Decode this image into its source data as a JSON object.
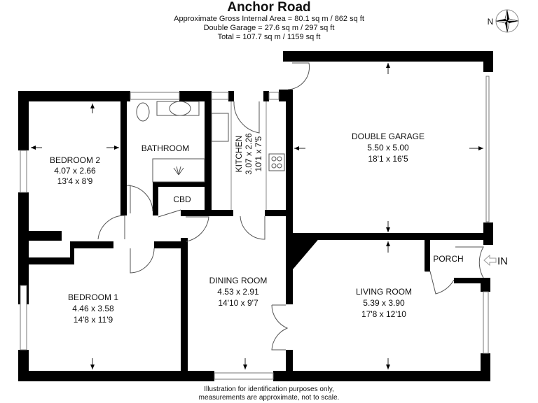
{
  "header": {
    "title": "Anchor Road",
    "gross_internal_area": "Approximate Gross Internal Area = 80.1 sq m / 862 sq ft",
    "garage_area": "Double Garage = 27.6 sq m / 297 sq ft",
    "total_area": "Total = 107.7 sq m / 1159 sq ft"
  },
  "compass": {
    "label": "N",
    "icon": "compass-rose-icon"
  },
  "rooms": {
    "bedroom2": {
      "name": "BEDROOM 2",
      "metric": "4.07 x 2.66",
      "imperial": "13'4 x 8'9"
    },
    "bathroom": {
      "name": "BATHROOM"
    },
    "cbd": {
      "name": "CBD"
    },
    "kitchen": {
      "name": "KITCHEN",
      "metric": "3.07 x 2.26",
      "imperial": "10'1 x 7'5"
    },
    "garage": {
      "name": "DOUBLE GARAGE",
      "metric": "5.50 x 5.00",
      "imperial": "18'1 x 16'5"
    },
    "bedroom1": {
      "name": "BEDROOM 1",
      "metric": "4.46 x 3.58",
      "imperial": "14'8 x 11'9"
    },
    "dining": {
      "name": "DINING ROOM",
      "metric": "4.53 x 2.91",
      "imperial": "14'10 x 9'7"
    },
    "living": {
      "name": "LIVING ROOM",
      "metric": "5.39 x 3.90",
      "imperial": "17'8 x 12'10"
    },
    "porch": {
      "name": "PORCH"
    }
  },
  "entrance": {
    "label": "IN",
    "icon": "entrance-arrow-icon"
  },
  "footer": {
    "line1": "Illustration for identification purposes only,",
    "line2": "measurements are approximate, not to scale."
  }
}
